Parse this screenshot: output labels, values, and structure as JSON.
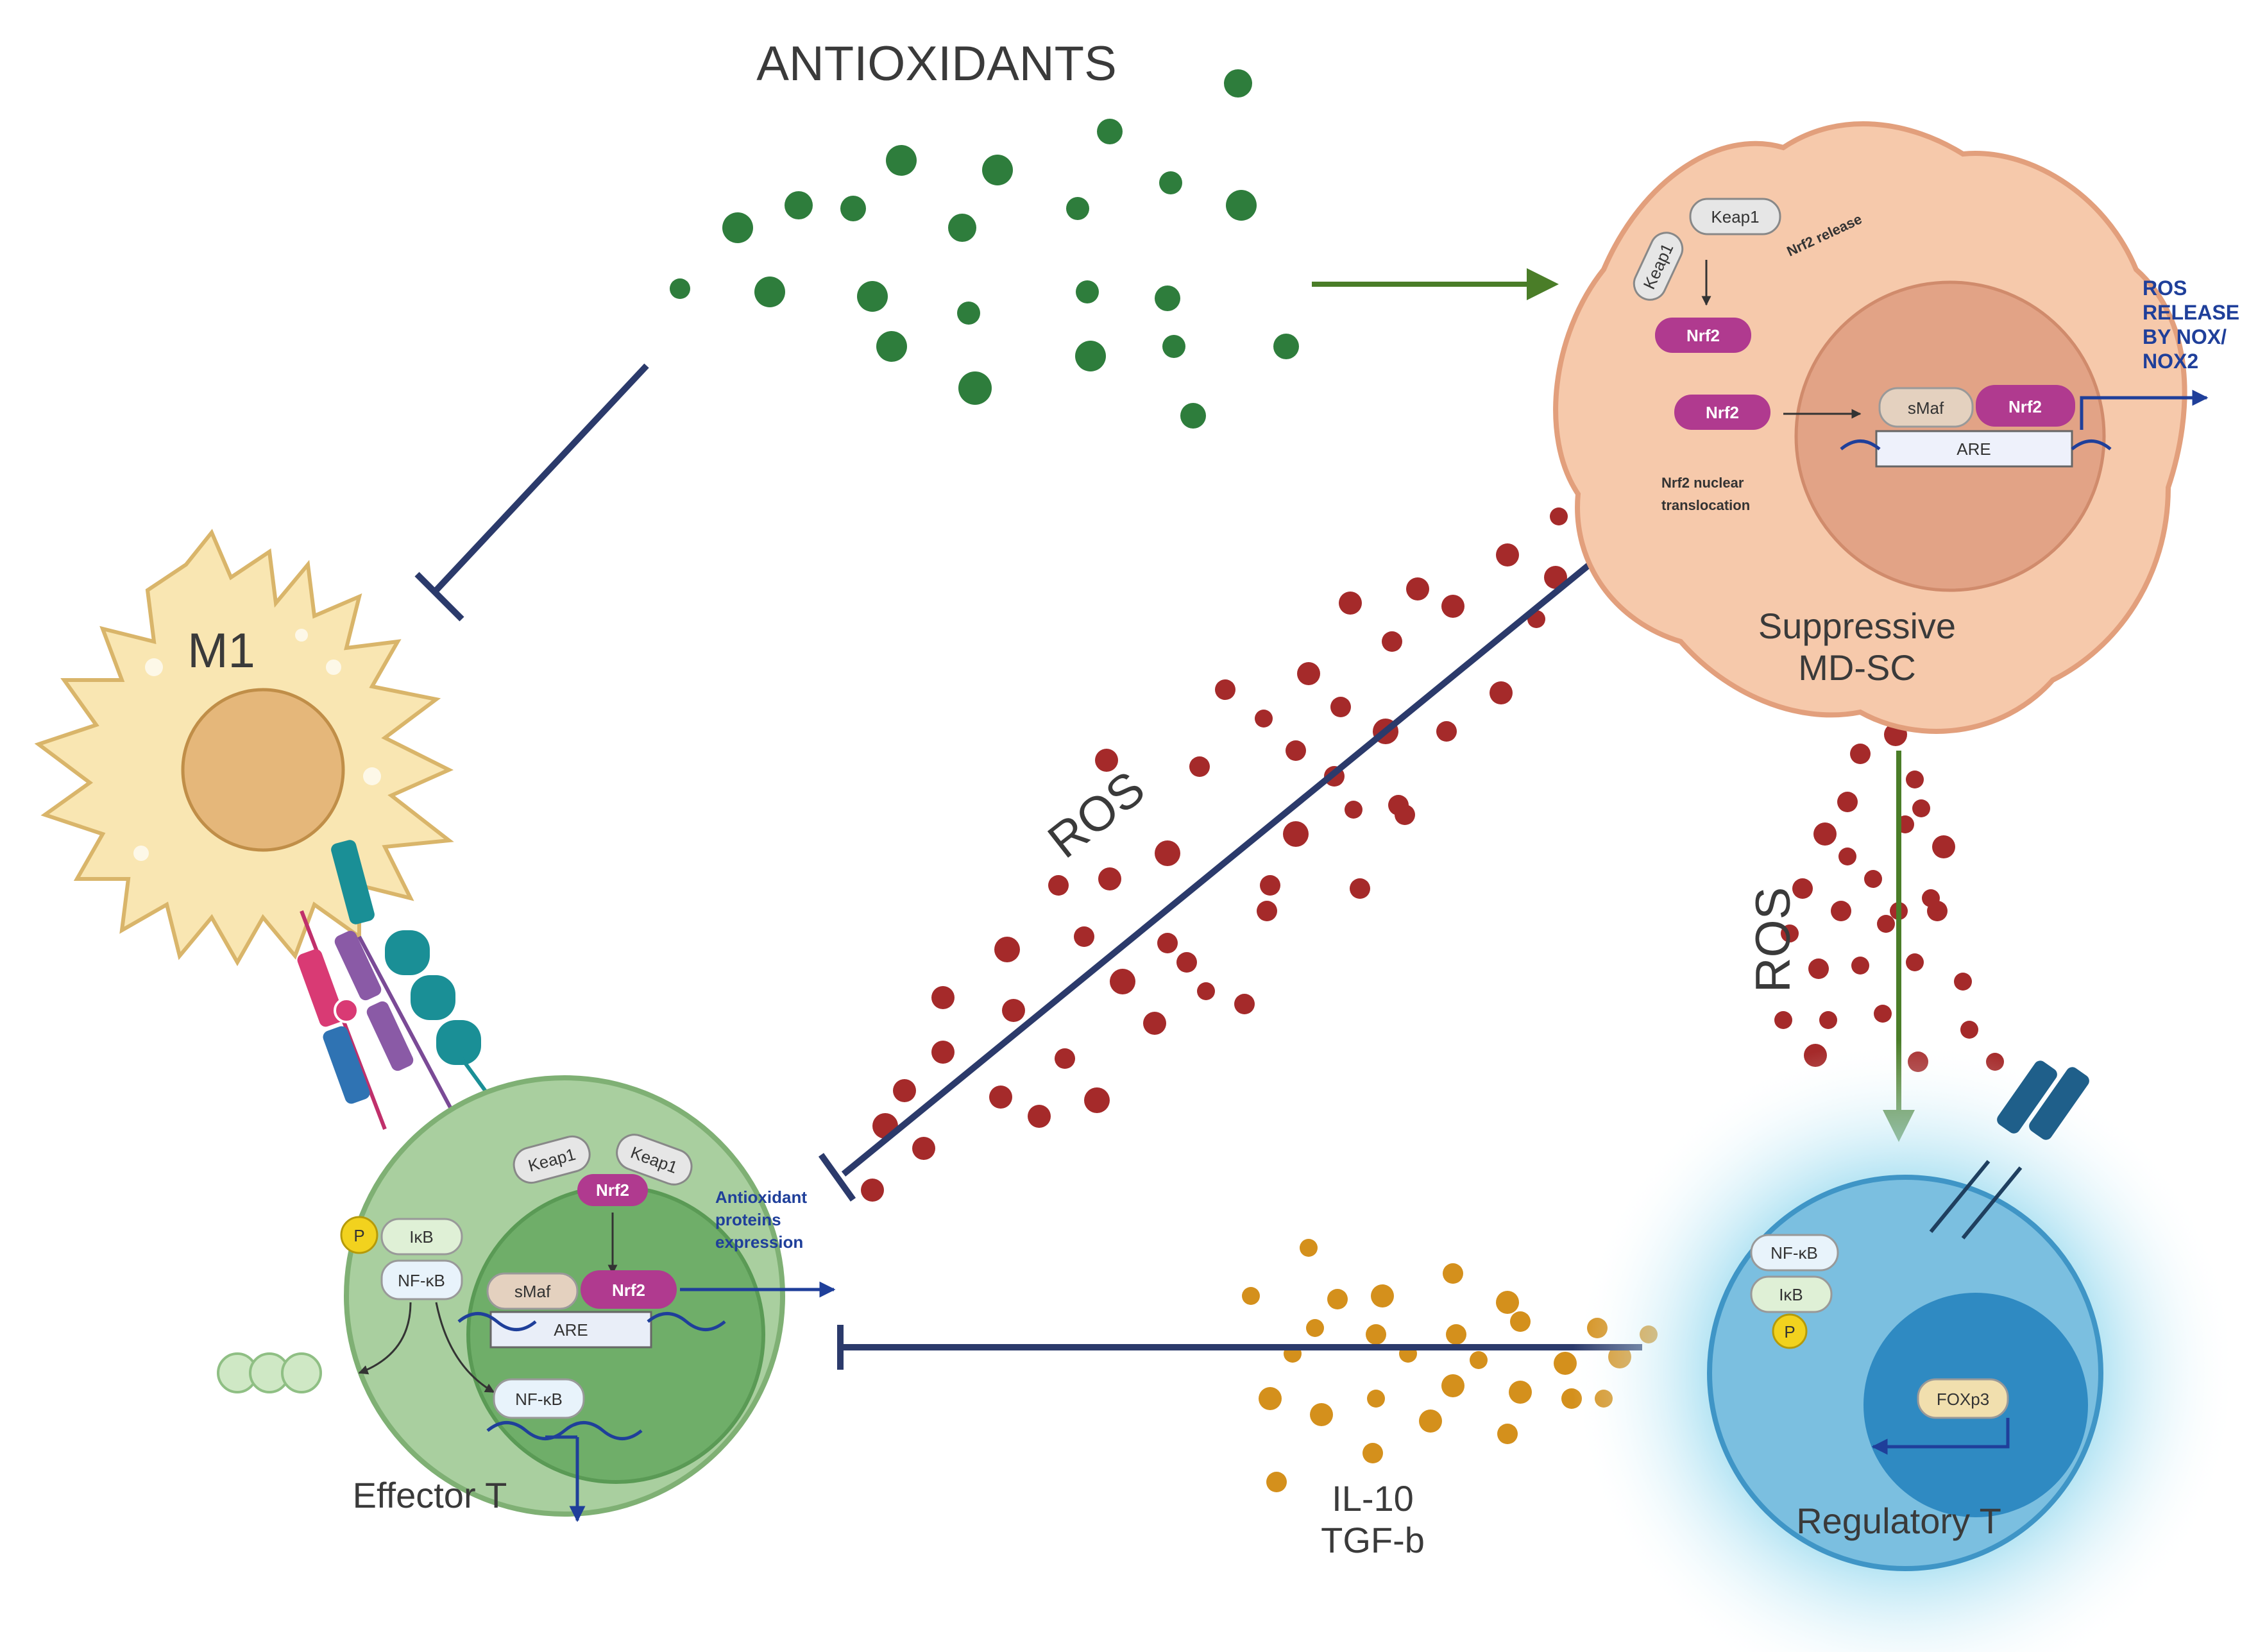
{
  "labels": {
    "antioxidants": "ANTIOXIDANTS",
    "m1": "M1",
    "effector_t": "Effector T",
    "suppressive_line1": "Suppressive",
    "suppressive_line2": "MD-SC",
    "regulatory_t": "Regulatory T",
    "ros_diagonal": "ROS",
    "ros_vertical": "ROS",
    "il10": "IL-10",
    "tgfb": "TGF-b"
  },
  "mdsc": {
    "keap1_a": "Keap1",
    "keap1_b": "Keap1",
    "nrf2_release": "Nrf2 release",
    "nrf2_top": "Nrf2",
    "nrf2_mid": "Nrf2",
    "nrf2_nuclear_line1": "Nrf2 nuclear",
    "nrf2_nuclear_line2": "translocation",
    "smaf": "sMaf",
    "nrf2_nucleus": "Nrf2",
    "are": "ARE",
    "ros_release_lines": [
      "ROS",
      "RELEASE",
      "BY NOX/",
      "NOX2"
    ]
  },
  "effector": {
    "keap1_a": "Keap1",
    "keap1_b": "Keap1",
    "nrf2_cyto": "Nrf2",
    "smaf": "sMaf",
    "nrf2_nucleus": "Nrf2",
    "are": "ARE",
    "p": "P",
    "ikb": "IκB",
    "nfkb_cyto": "NF-κB",
    "nfkb_nucleus": "NF-κB",
    "antioxidant_lines": [
      "Antioxidant",
      "proteins",
      "expression"
    ]
  },
  "treg": {
    "nfkb": "NF-κB",
    "ikb": "IκB",
    "p": "P",
    "foxp3": "FOXp3"
  },
  "colors": {
    "antioxidant_dot": "#2e7d3c",
    "ros_dot": "#a52a2a",
    "cytokine_dot": "#d4901c",
    "inhibit_line": "#2b3a6b",
    "activate_arrow": "#4a7d28",
    "nrf2": "#b03a8f",
    "mdsc_body": "#f6c9ab",
    "mdsc_nucleus": "#e2a386",
    "effector_body": "#a9cf9f",
    "treg_body": "#7bbfe0",
    "m1_body": "#f9e6b2"
  }
}
